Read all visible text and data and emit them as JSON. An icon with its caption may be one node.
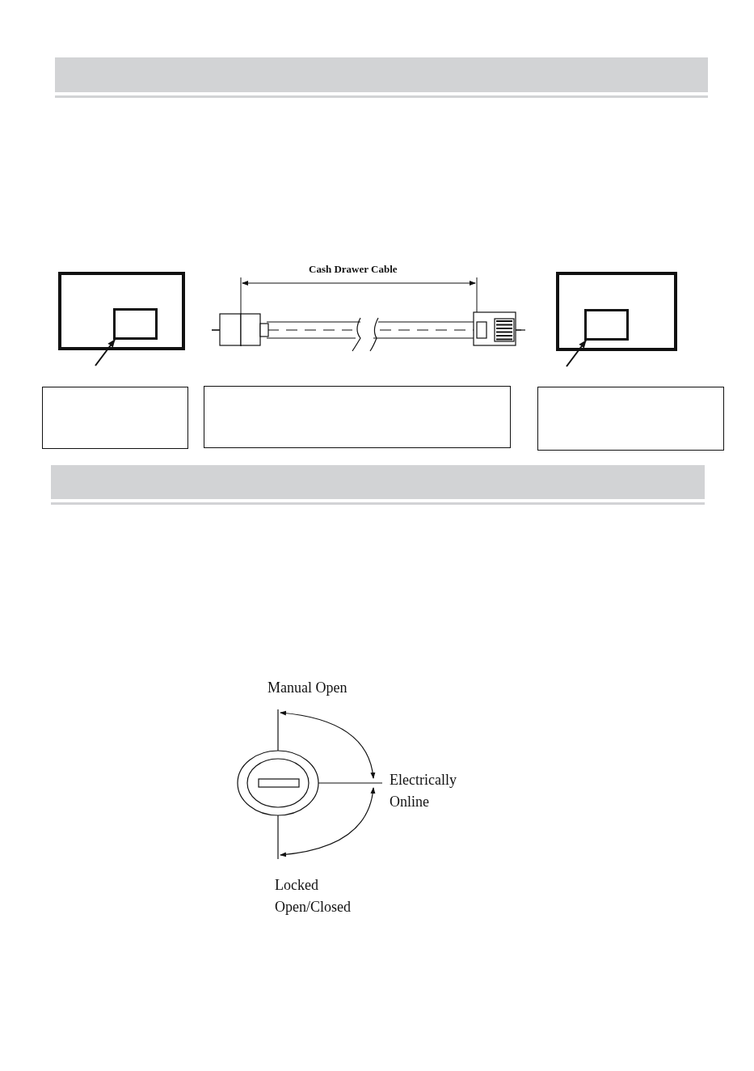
{
  "diagram": {
    "nodes": [
      {
        "text": [],
        "shape": "box"
      },
      {
        "text": [],
        "shape": "box",
        "in": 0
      },
      {
        "text": [],
        "shape": "box"
      },
      {
        "text": [],
        "shape": "box",
        "in": 2
      },
      {
        "text": [],
        "shape": "box"
      },
      {
        "text": [],
        "shape": "box"
      },
      {
        "text": [],
        "shape": "box"
      }
    ],
    "edges": [
      {
        "from": null,
        "to": 1,
        "arrow": "to"
      },
      {
        "from": null,
        "to": 3,
        "arrow": "to"
      }
    ],
    "labels": [
      "Cash Drawer Cable",
      "Manual Open",
      "Electrically Online",
      "Locked Open/Closed"
    ]
  }
}
